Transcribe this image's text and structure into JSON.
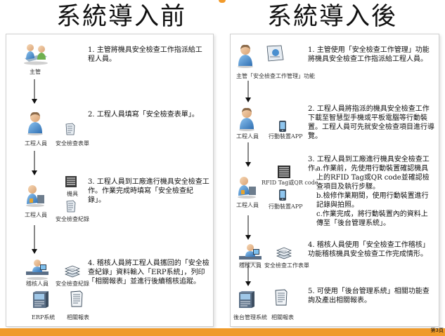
{
  "headings": {
    "before": "系統導入前",
    "after": "系統導入後"
  },
  "before": {
    "steps": [
      "1. 主管將機具安全檢查工作指派給工程人員。",
      "2. 工程人員填寫「安全檢查表單」。",
      "3. 工程人員到工廠進行機具安全檢查工作。作業完成時填寫「安全檢查紀錄」。",
      "4. 稽核人員將工程人員攜回的「安全檢查紀錄」資料輸入「ERP系統」，列印「相關報表」並進行後續稽核追蹤。"
    ],
    "labels": {
      "supervisor": "主管",
      "engineer1": "工程人員",
      "form": "安全檢查表單",
      "machine": "機具",
      "engineer2": "工程人員",
      "record1": "安全檢查紀錄",
      "auditor": "稽核人員",
      "record2": "安全檢查紀錄",
      "erp": "ERP系統",
      "report": "相關報表"
    }
  },
  "after": {
    "steps": {
      "s1": "1. 主管使用「安全檢查工作管理」功能將機具安全檢查工作指派給工程人員。",
      "s2": "2. 工程人員將指派的機具安全檢查工作下載至智慧型手機或平板電腦等行動裝置。工程人員可先就安全檢查項目進行導覽。",
      "s3": "3. 工程人員到工廠進行機具安全檢查工作。",
      "s3a": "a.作業前，先使用行動裝置確認機具上的RFID Tag或QR code並確認檢查項目及執行步驟。",
      "s3b": "b.檢修作業期間，使用行動裝置進行記錄與拍照。",
      "s3c": "c.作業完成，將行動裝置內的資料上傳至「後台管理系統」。",
      "s4": "4. 稽核人員使用「安全檢查工作稽核」功能稽核機具安全檢查工作完成情形。",
      "s5": "5. 可使用「後台管理系統」相關功能查詢及產出相關報表。"
    },
    "labels": {
      "supervisor": "主管「安全檢查工作管理」功能",
      "engineer1": "工程人員",
      "app1": "行動裝置APP",
      "rfid": "RFID Tag或QR code",
      "engineer2": "工程人員",
      "app2": "行動裝置APP",
      "auditor": "稽核人員",
      "form": "安全檢查工作表單",
      "backend": "後台管理系統",
      "report": "相關報表"
    }
  },
  "footer": {
    "page": "第3頁"
  },
  "colors": {
    "accent": "#ef9a2a",
    "person_body": "#4a8fcf",
    "device": "#3a4a5a"
  }
}
